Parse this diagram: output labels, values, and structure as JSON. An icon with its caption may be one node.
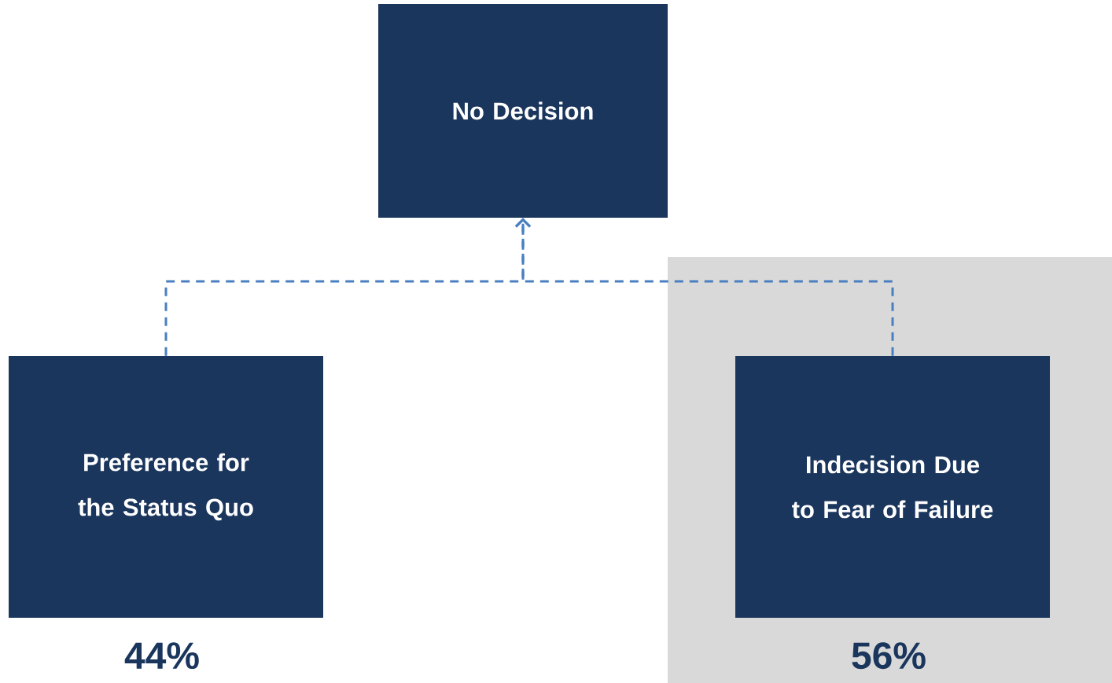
{
  "diagram": {
    "nodes": [
      {
        "text": [
          "No Decision"
        ]
      },
      {
        "text": [
          "Preference for the Status Quo"
        ],
        "beside": [
          "44%"
        ]
      },
      {
        "text": [],
        "shape": "box"
      },
      {
        "text": [
          "Indecision Due to Fear of Failure"
        ],
        "in": 2,
        "beside": [
          "56%"
        ]
      }
    ],
    "edges": [
      {
        "from": 1,
        "to": 0,
        "arrow": "to",
        "style": "dashed"
      },
      {
        "from": 3,
        "to": 0,
        "arrow": "to",
        "style": "dashed"
      }
    ]
  }
}
